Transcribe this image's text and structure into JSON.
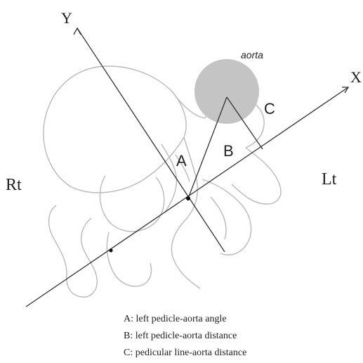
{
  "labels": {
    "y_axis": "Y",
    "x_axis": "X",
    "aorta": "aorta",
    "angle_a": "A",
    "distance_b": "B",
    "distance_c": "C",
    "right_side": "Rt",
    "left_side": "Lt"
  },
  "legend": [
    {
      "key": "A",
      "text": "left pedicle-aorta angle"
    },
    {
      "key": "B",
      "text": "left pedicle-aorta distance"
    },
    {
      "key": "C",
      "text": "pedicular line-aorta distance"
    }
  ],
  "colors": {
    "outline": "#b9b9b9",
    "axis_line": "#333333",
    "aorta_fill": "#c4c4c4"
  }
}
